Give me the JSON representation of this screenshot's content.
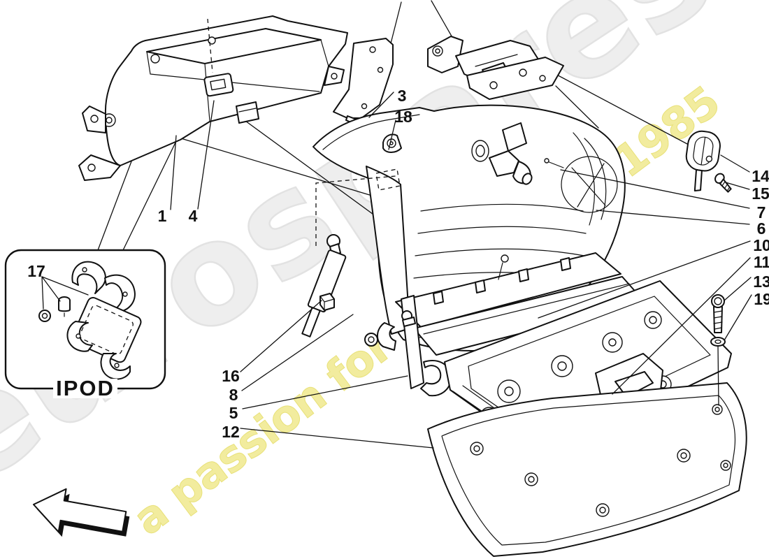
{
  "watermark": {
    "brand": "eurospares",
    "tagline": "a passion for parts since 1985",
    "brand_color": "#eeeeee",
    "brand_stroke": "#e2e2e2",
    "tagline_color": "#f2ec9e",
    "tagline_stroke": "#e8e17a"
  },
  "diagram": {
    "inset_label": "IPOD",
    "callouts": [
      {
        "label": "1"
      },
      {
        "label": "4"
      },
      {
        "label": "3"
      },
      {
        "label": "18"
      },
      {
        "label": "17"
      },
      {
        "label": "16"
      },
      {
        "label": "8"
      },
      {
        "label": "5"
      },
      {
        "label": "12"
      },
      {
        "label": "14"
      },
      {
        "label": "15"
      },
      {
        "label": "7"
      },
      {
        "label": "6"
      },
      {
        "label": "10"
      },
      {
        "label": "11"
      },
      {
        "label": "13"
      },
      {
        "label": "19"
      }
    ]
  }
}
